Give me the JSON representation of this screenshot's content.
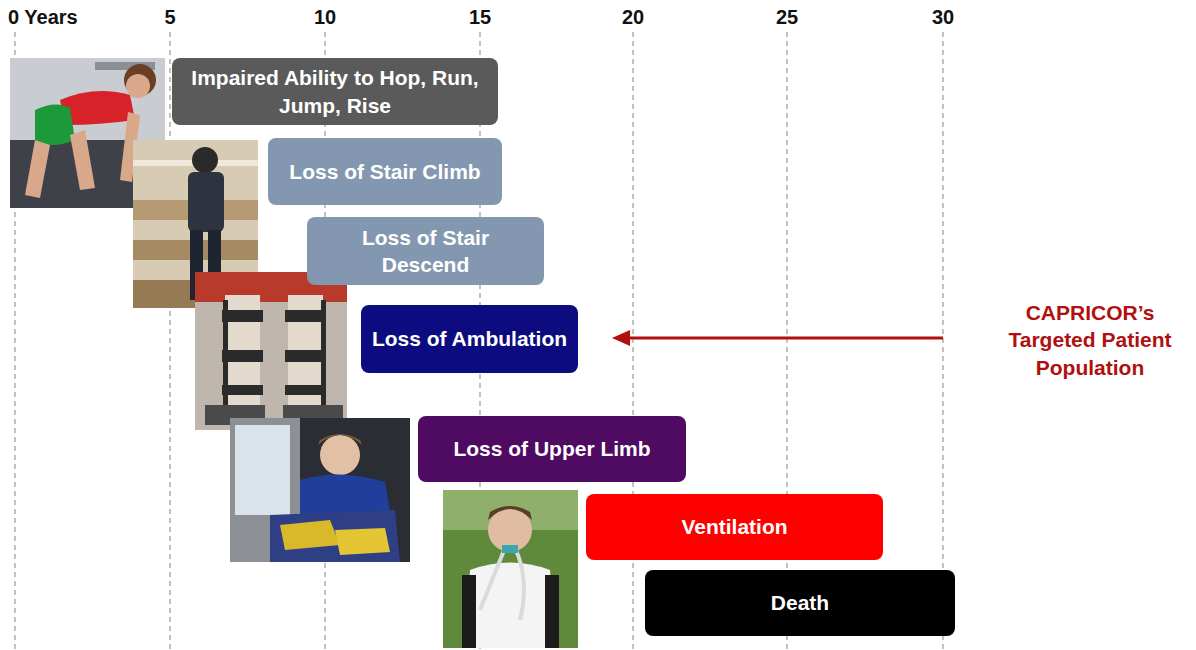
{
  "diagram": {
    "nodes": [
      {
        "text": [
          "Impaired Ability to Hop, Run, Jump, Rise"
        ]
      },
      {
        "text": [
          "Loss of Stair Climb"
        ]
      },
      {
        "text": [
          "Loss of Stair Descend"
        ]
      },
      {
        "text": [
          "Loss of Ambulation"
        ]
      },
      {
        "text": [
          "Loss of Upper Limb"
        ]
      },
      {
        "text": [
          "Ventilation"
        ]
      },
      {
        "text": [
          "Death"
        ]
      }
    ],
    "labels": [
      "0 Years",
      "5",
      "10",
      "15",
      "20",
      "25",
      "30",
      "CAPRICOR’s Targeted Patient Population"
    ]
  }
}
